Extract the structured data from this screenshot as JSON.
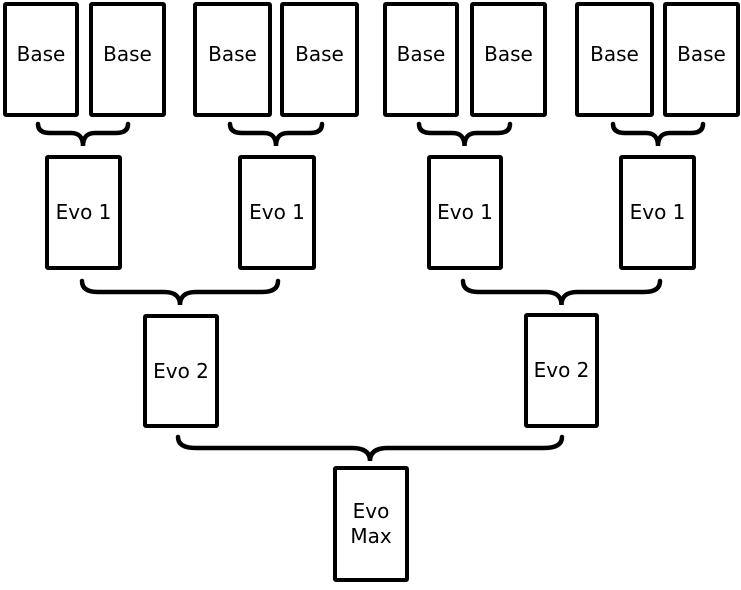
{
  "diagram": {
    "background_color": "#ffffff",
    "stroke_color": "#000000",
    "cards": {
      "base": [
        "Base",
        "Base",
        "Base",
        "Base",
        "Base",
        "Base",
        "Base",
        "Base"
      ],
      "evo1": [
        "Evo 1",
        "Evo 1",
        "Evo 1",
        "Evo 1"
      ],
      "evo2": [
        "Evo 2",
        "Evo 2"
      ],
      "evo_max": {
        "label": "Evo Max",
        "line1": "Evo",
        "line2": "Max"
      }
    }
  }
}
